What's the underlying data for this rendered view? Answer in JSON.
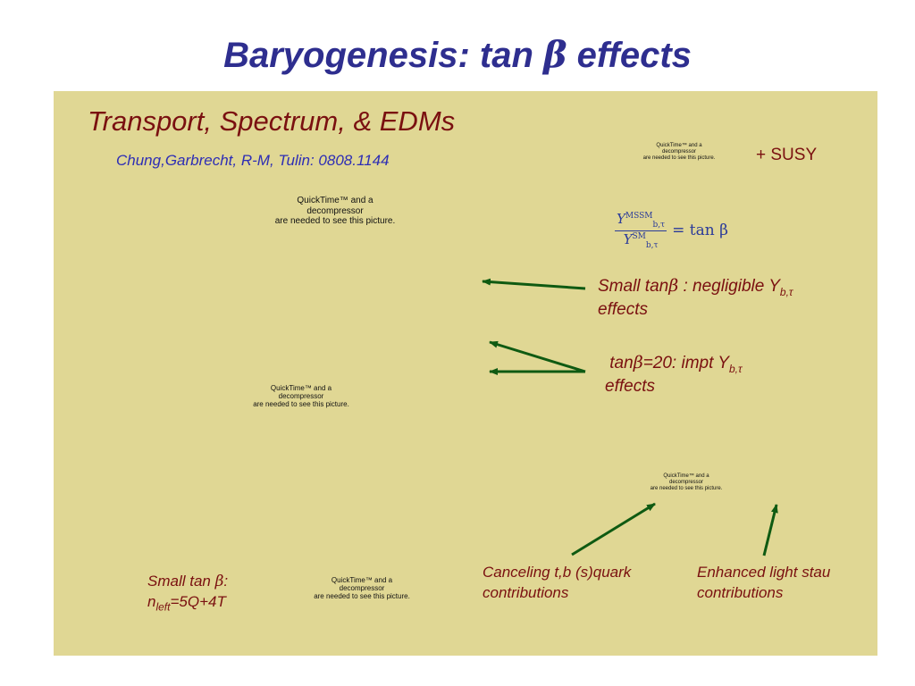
{
  "slide": {
    "title_prefix": "Baryogenesis: tan ",
    "title_symbol": "β",
    "title_suffix": " effects",
    "heading": "Transport, Spectrum, & EDMs",
    "citation": "Chung,Garbrecht, R-M, Tulin: 0808.1144",
    "susy_label": "+ SUSY"
  },
  "placeholders": {
    "line1": "QuickTime™ and a",
    "line2": "decompressor",
    "line3": "are needed to see this picture."
  },
  "formula": {
    "num_base": "Y",
    "num_sup": "MSSM",
    "num_sub": "b,τ",
    "den_base": "Y",
    "den_sup": "SM",
    "den_sub": "b,τ",
    "rhs": "= tan β"
  },
  "notes": {
    "small": {
      "prefix": "Small tan",
      "symbol": "β",
      "middle": " : negligible Y",
      "sub": "b,τ",
      "line2": "effects"
    },
    "impt": {
      "prefix": "tan",
      "symbol": "β",
      "middle": "=20: impt Y",
      "sub": "b,τ",
      "line2": "effects"
    }
  },
  "captions": {
    "cancel_line1": "Canceling t,b (s)quark",
    "cancel_line2": "contributions",
    "stau_line1": "Enhanced light stau",
    "stau_line2": "contributions",
    "ntan_prefix": "Small tan ",
    "ntan_symbol": "β",
    "ntan_colon": ":",
    "ntan_n": "n",
    "ntan_sub": "left",
    "ntan_eq": "=5Q+4T"
  },
  "colors": {
    "title": "#2e2e8f",
    "panel": "#e0d794",
    "heading": "#7a1010",
    "citation": "#2d2db5",
    "arrow": "#0f5a12"
  }
}
